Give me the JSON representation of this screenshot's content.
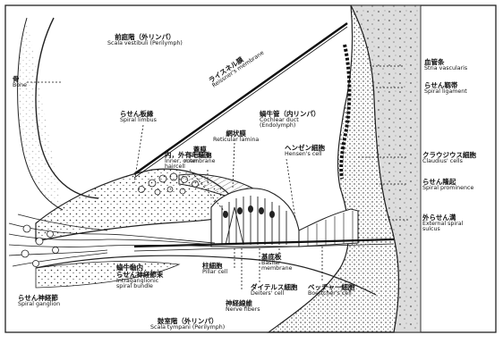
{
  "labels": {
    "scala_vestibuli": {
      "jp": "前庭階（外リンパ）",
      "en": "Scala vestibuli (Perilymph)"
    },
    "bone": {
      "jp": "骨",
      "en": "Bone"
    },
    "reissner": {
      "jp": "ライスネル膜",
      "en": "Reissner's membrane"
    },
    "stria": {
      "jp": "血管条",
      "en": "Stria vascularis"
    },
    "spiral_ligament": {
      "jp": "らせん靱帯",
      "en": "Spiral ligament"
    },
    "cochlear_duct": {
      "jp": "蝸牛管（内リンパ）",
      "en": "Cochlear duct",
      "en2": "(Endolymph)"
    },
    "spiral_limbus": {
      "jp": "らせん板縁",
      "en": "Spiral limbus"
    },
    "reticular": {
      "jp": "網状膜",
      "en": "Reticular lamina"
    },
    "tectorial": {
      "jp": "蓋膜",
      "en": "Tectorial",
      "en2": "membrane"
    },
    "hair_cells": {
      "jp": "内，外有毛細胞",
      "en": "Inner, outer",
      "en2": "haircell"
    },
    "hensen": {
      "jp": "ヘンゼン細胞",
      "en": "Hensen's cell"
    },
    "claudius": {
      "jp": "クラウジウス細胞",
      "en": "Claudius' cells"
    },
    "spiral_prominence": {
      "jp": "らせん隆起",
      "en": "Spiral prominence"
    },
    "external_sulcus": {
      "jp": "外らせん溝",
      "en": "External spiral",
      "en2": "sulcus"
    },
    "pillar": {
      "jp": "柱細胞",
      "en": "Pillar cell"
    },
    "basilar": {
      "jp": "基底板",
      "en": "Basilar",
      "en2": "membrane"
    },
    "intraganglionic": {
      "jp": "蝸牛軸内",
      "jp2": "らせん神経節束",
      "en": "Intraganglionic",
      "en2": "spiral bundle"
    },
    "deiters": {
      "jp": "ダイテルス細胞",
      "en": "Deiters' cell"
    },
    "nerve_fibers": {
      "jp": "神経線維",
      "en": "Nerve fibers"
    },
    "boettcher": {
      "jp": "ベッチャー細胞",
      "en": "Boettcher's cell"
    },
    "spiral_ganglion": {
      "jp": "らせん神経節",
      "en": "Spiral ganglion"
    },
    "scala_tympani": {
      "jp": "鼓室階（外リンパ）",
      "en": "Scala tympani (Perilymph)"
    }
  }
}
